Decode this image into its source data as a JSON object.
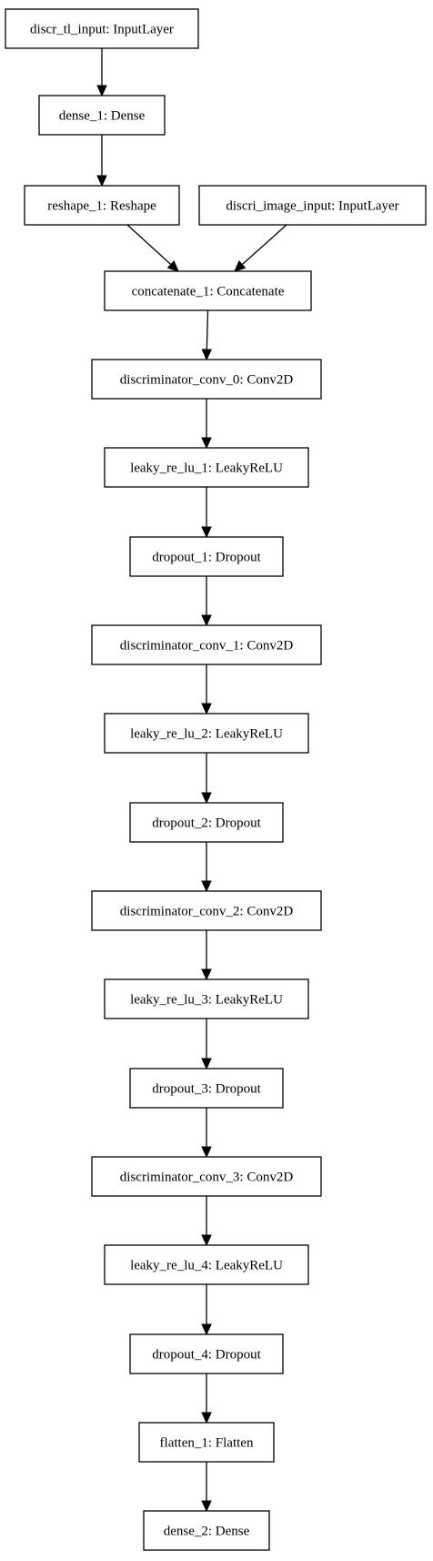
{
  "nodes": [
    {
      "id": "discr_tl_input",
      "label": "discr_tl_input: InputLayer"
    },
    {
      "id": "dense_1",
      "label": "dense_1: Dense"
    },
    {
      "id": "reshape_1",
      "label": "reshape_1: Reshape"
    },
    {
      "id": "discri_image_input",
      "label": "discri_image_input: InputLayer"
    },
    {
      "id": "concatenate_1",
      "label": "concatenate_1: Concatenate"
    },
    {
      "id": "discriminator_conv_0",
      "label": "discriminator_conv_0: Conv2D"
    },
    {
      "id": "leaky_re_lu_1",
      "label": "leaky_re_lu_1: LeakyReLU"
    },
    {
      "id": "dropout_1",
      "label": "dropout_1: Dropout"
    },
    {
      "id": "discriminator_conv_1",
      "label": "discriminator_conv_1: Conv2D"
    },
    {
      "id": "leaky_re_lu_2",
      "label": "leaky_re_lu_2: LeakyReLU"
    },
    {
      "id": "dropout_2",
      "label": "dropout_2: Dropout"
    },
    {
      "id": "discriminator_conv_2",
      "label": "discriminator_conv_2: Conv2D"
    },
    {
      "id": "leaky_re_lu_3",
      "label": "leaky_re_lu_3: LeakyReLU"
    },
    {
      "id": "dropout_3",
      "label": "dropout_3: Dropout"
    },
    {
      "id": "discriminator_conv_3",
      "label": "discriminator_conv_3: Conv2D"
    },
    {
      "id": "leaky_re_lu_4",
      "label": "leaky_re_lu_4: LeakyReLU"
    },
    {
      "id": "dropout_4",
      "label": "dropout_4: Dropout"
    },
    {
      "id": "flatten_1",
      "label": "flatten_1: Flatten"
    },
    {
      "id": "dense_2",
      "label": "dense_2: Dense"
    }
  ],
  "edges": [
    {
      "from": "discr_tl_input",
      "to": "dense_1"
    },
    {
      "from": "dense_1",
      "to": "reshape_1"
    },
    {
      "from": "reshape_1",
      "to": "concatenate_1"
    },
    {
      "from": "discri_image_input",
      "to": "concatenate_1"
    },
    {
      "from": "concatenate_1",
      "to": "discriminator_conv_0"
    },
    {
      "from": "discriminator_conv_0",
      "to": "leaky_re_lu_1"
    },
    {
      "from": "leaky_re_lu_1",
      "to": "dropout_1"
    },
    {
      "from": "dropout_1",
      "to": "discriminator_conv_1"
    },
    {
      "from": "discriminator_conv_1",
      "to": "leaky_re_lu_2"
    },
    {
      "from": "leaky_re_lu_2",
      "to": "dropout_2"
    },
    {
      "from": "dropout_2",
      "to": "discriminator_conv_2"
    },
    {
      "from": "discriminator_conv_2",
      "to": "leaky_re_lu_3"
    },
    {
      "from": "leaky_re_lu_3",
      "to": "dropout_3"
    },
    {
      "from": "dropout_3",
      "to": "discriminator_conv_3"
    },
    {
      "from": "discriminator_conv_3",
      "to": "leaky_re_lu_4"
    },
    {
      "from": "leaky_re_lu_4",
      "to": "dropout_4"
    },
    {
      "from": "dropout_4",
      "to": "flatten_1"
    },
    {
      "from": "flatten_1",
      "to": "dense_2"
    }
  ]
}
